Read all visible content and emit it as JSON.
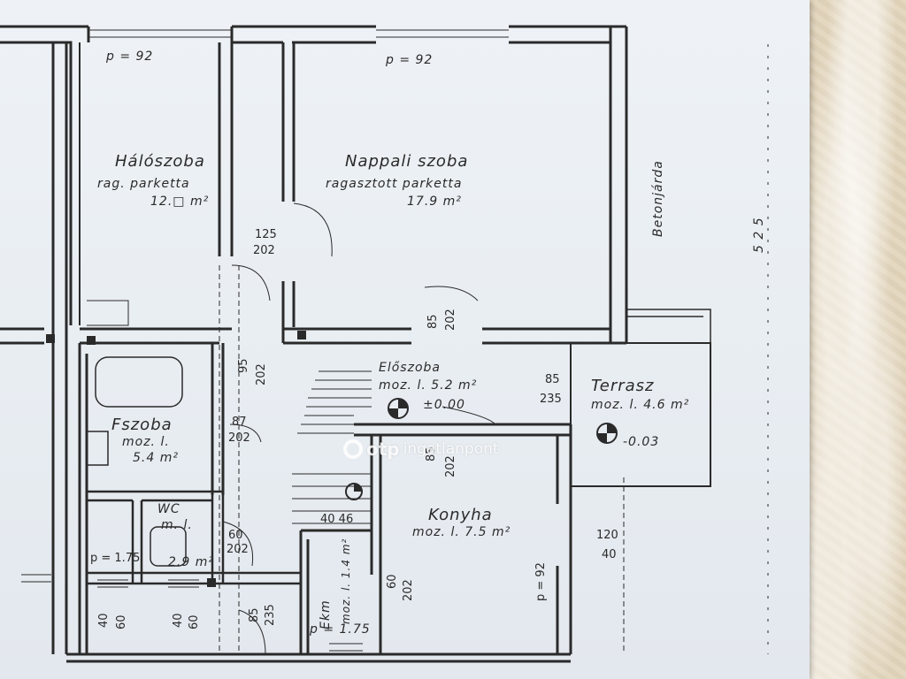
{
  "watermark": {
    "brand": "otp",
    "suffix": "ingatlanpont"
  },
  "rooms": {
    "bedroom": {
      "name": "Hálószoba",
      "floor": "rag. parketta",
      "area": "12.□ m²",
      "p": "p = 92"
    },
    "living": {
      "name": "Nappali szoba",
      "floor": "ragasztott parketta",
      "area": "17.9 m²",
      "p": "p = 92"
    },
    "hall": {
      "name": "Előszoba",
      "floor_area": "moz. l. 5.2 m²",
      "level": "±0.00"
    },
    "terrace": {
      "name": "Terrasz",
      "floor_area": "moz. l. 4.6 m²",
      "level": "-0.03"
    },
    "bathroom": {
      "name": "Fszoba",
      "floor": "moz. l.",
      "area": "5.4 m²"
    },
    "wc": {
      "name": "WC",
      "floor": "m. l.",
      "area": "2.9 m²"
    },
    "kitchen": {
      "name": "Konyha",
      "floor_area": "moz. l. 7.5 m²"
    },
    "pantry": {
      "name": "Ekm",
      "floor_area": "moz. l. 1.4 m²",
      "p": "p = 1.75"
    }
  },
  "side_labels": {
    "balcony": "Betonjárda",
    "dimension_525": "5 2 5"
  },
  "dimensions": {
    "d1": "125",
    "d1b": "202",
    "d2": "85",
    "d2b": "202",
    "d3": "95",
    "d3b": "202",
    "d4": "85",
    "d4b": "235",
    "d5": "87",
    "d5b": "202",
    "d6": "85",
    "d6b": "202",
    "d7": "60",
    "d7b": "202",
    "d8": "40 46",
    "d9": "120",
    "d9b": "40",
    "d10": "p = 92",
    "d11": "p = 1.75",
    "d12": "40",
    "d12b": "60",
    "d13": "40",
    "d13b": "60",
    "d14": "85",
    "d14b": "235",
    "d15": "60",
    "d15b": "202"
  },
  "colors": {
    "ink": "#2a2a2a",
    "paper": "#eaeef3",
    "wallpaper": "#e4d8c1"
  }
}
